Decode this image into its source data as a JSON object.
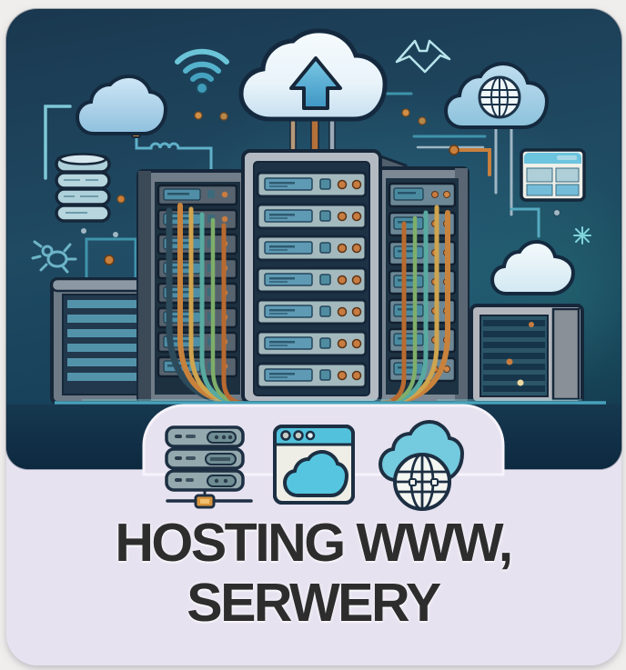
{
  "card": {
    "type": "illustrated sticker card",
    "caption": {
      "line1": "HOSTING WWW,",
      "line2": "SERWERY"
    },
    "colors": {
      "page_background": "#efeeec",
      "panel_lavender": "#e7e2f0",
      "scene_navy": "#1b3b53",
      "scene_teal_glow": "#2c6e84",
      "accent_teal": "#5fb0c8",
      "accent_orange": "#c8803c",
      "cloud_blue": "#a6d2ec",
      "upload_arrow_blue": "#55b0d8",
      "floor_line_teal": "#47a2ba",
      "caption_text": "#2d2d2d"
    },
    "scene_icons": [
      "wifi-icon",
      "cloud-left-icon",
      "upload-cloud-icon",
      "upload-arrow-icon",
      "bird-outline-icon",
      "globe-cloud-icon",
      "browser-table-icon",
      "small-cloud-icon",
      "starburst-icon",
      "database-stack-icon",
      "bug-icon",
      "server-rack-left",
      "server-rack-center",
      "server-rack-right",
      "server-tower-left",
      "server-tower-right",
      "cable-bundles"
    ],
    "badge_icons": [
      "server-stack-icon",
      "browser-window-icon",
      "cloud-globe-icon"
    ]
  }
}
